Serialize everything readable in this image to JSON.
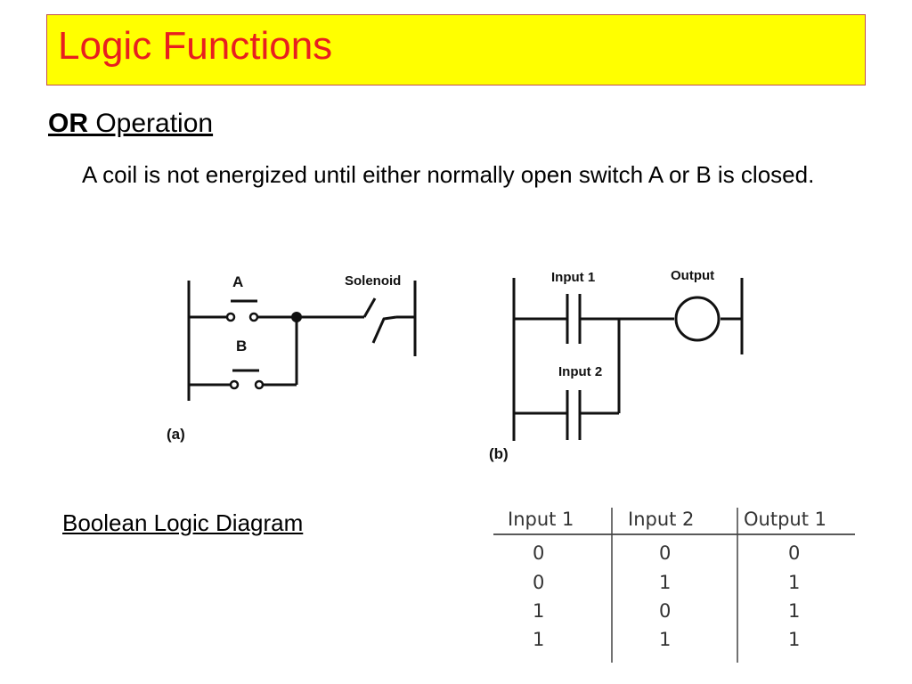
{
  "title": "Logic Functions",
  "heading": {
    "bold": "OR",
    "rest": " Operation"
  },
  "description": "A coil is not energized until either normally open switch A or B is closed.",
  "diagram_a": {
    "switch_a": "A",
    "switch_b": "B",
    "coil": "Solenoid",
    "caption": "(a)"
  },
  "diagram_b": {
    "input1": "Input 1",
    "input2": "Input 2",
    "output": "Output",
    "caption": "(b)"
  },
  "boolean_label": "Boolean Logic Diagram",
  "truth_table": {
    "headers": [
      "Input 1",
      "Input 2",
      "Output 1"
    ],
    "rows": [
      [
        "0",
        "0",
        "0"
      ],
      [
        "0",
        "1",
        "1"
      ],
      [
        "1",
        "0",
        "1"
      ],
      [
        "1",
        "1",
        "1"
      ]
    ]
  },
  "colors": {
    "title_bg": "#ffff00",
    "title_text": "#e81f1f",
    "title_border": "#c0504d"
  }
}
